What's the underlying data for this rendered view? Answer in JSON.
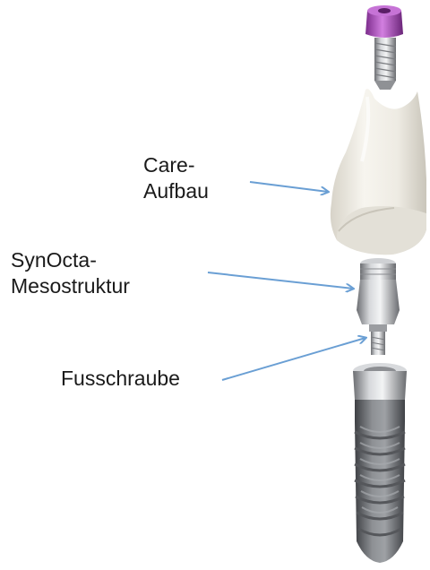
{
  "labels": {
    "care": {
      "line1": "Care-",
      "line2": "Aufbau"
    },
    "synocta": {
      "line1": "SynOcta-",
      "line2": "Mesostruktur"
    },
    "fuss": {
      "text": "Fusschraube"
    }
  },
  "colors": {
    "arrow": "#6a9fd4",
    "text": "#1a1a1a",
    "screw_head": "#b54fc4",
    "ceramic": "#ece9e1",
    "titanium": "#a7a9ad",
    "implant_body": "#6f7276"
  },
  "icons": [
    "implant-screw-icon",
    "crown-icon",
    "abutment-icon",
    "basal-screw-icon",
    "implant-body-icon"
  ]
}
